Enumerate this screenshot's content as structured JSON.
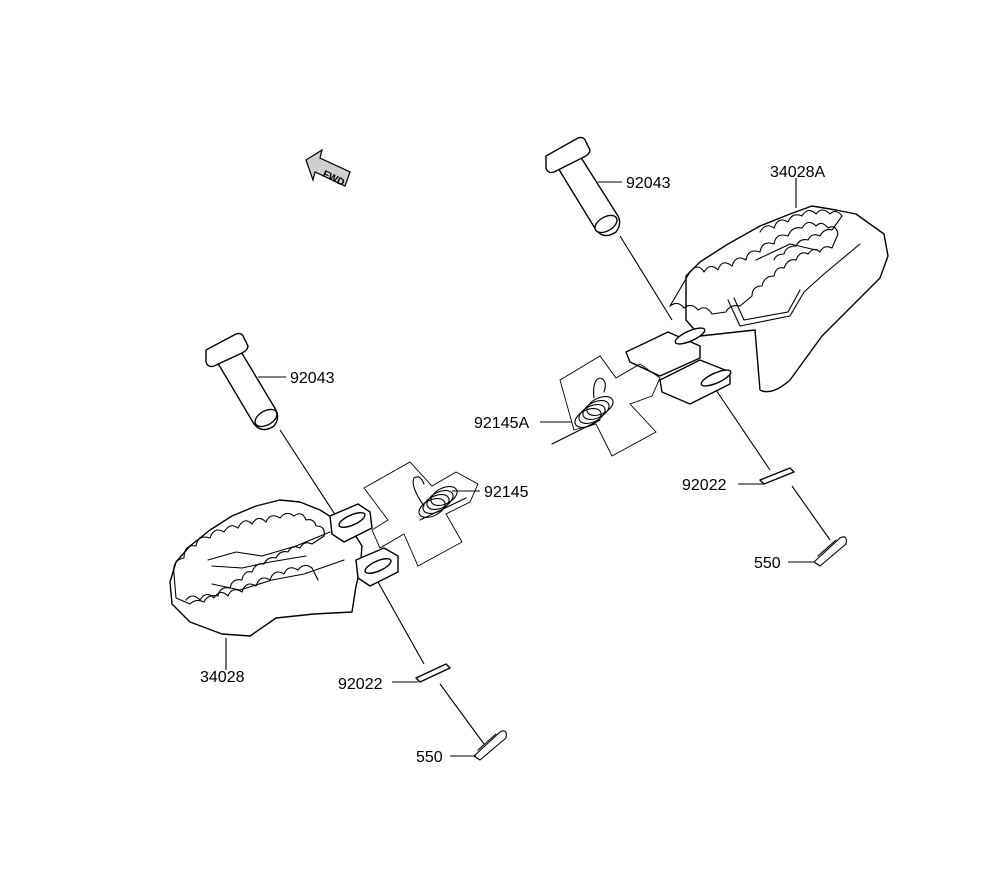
{
  "diagram": {
    "fwd_label": "FWD",
    "fwd_icon": "forward-direction-arrow-icon",
    "parts": {
      "left_pin": "92043",
      "left_spring": "92145",
      "left_footpeg": "34028",
      "left_washer": "92022",
      "left_cotter_pin": "550",
      "right_pin": "92043",
      "right_spring": "92145A",
      "right_footpeg": "34028A",
      "right_washer": "92022",
      "right_cotter_pin": "550"
    }
  }
}
